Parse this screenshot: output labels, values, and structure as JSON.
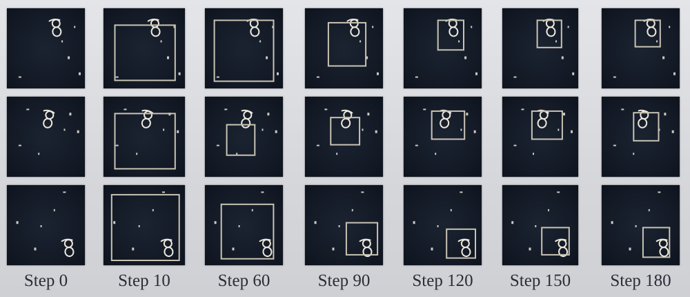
{
  "figure": {
    "steps": [
      "Step 0",
      "Step 10",
      "Step 60",
      "Step 90",
      "Step 120",
      "Step 150",
      "Step 180"
    ],
    "rows": 3,
    "colors": {
      "panel_background": "#141b27",
      "glimpse_box": "#c9c4b4",
      "digit_stroke": "#ece8dc",
      "label_text": "#2a2d36"
    }
  }
}
